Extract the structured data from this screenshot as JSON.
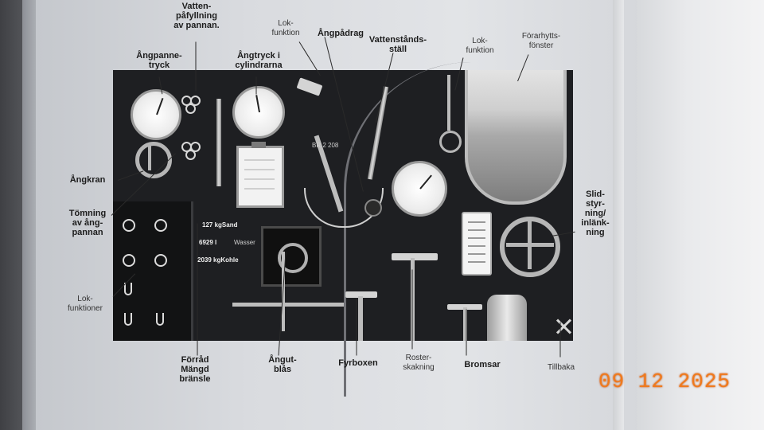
{
  "labels": {
    "angpannetryck": "Ångpanne-\ntryck",
    "vattenpafyllning": "Vatten-\npåfyllning\nav pannan.",
    "angtryck_cyl": "Ångtryck i\ncylindrarna",
    "lokfunktion_top": "Lok-\nfunktion",
    "angpadrag": "Ångpådrag",
    "vattenstandsstall": "Vattenstånds-\nställ",
    "lokfunktion_right": "Lok-\nfunktion",
    "forarhyttsfonster": "Förarhytts-\nfönster",
    "angkran": "Ångkran",
    "tomning": "Tömning\nav ång-\npannan",
    "slidstyrning": "Slid-\nstyr-\nning/\ninlänk-\nning",
    "lokfunktioner": "Lok-\nfunktioner",
    "forrad": "Förråd\nMängd\nbränsle",
    "angutblas": "Ångut-\nblås",
    "fyrboxen": "Fyrboxen",
    "rosterskakning": "Roster-\nskakning",
    "bromsar": "Bromsar",
    "tillbaka": "Tillbaka"
  },
  "panel": {
    "loco_id": "BR 2 208",
    "sand": "127 kgSand",
    "water_value": "6929 l",
    "water_unit": "Wasser",
    "coal": "2039 kgKohle"
  },
  "date_stamp": "09 12 2025",
  "icons": [
    "pressure-gauge-icon",
    "valve-wheel-icon",
    "clipboard-icon",
    "regulator-lever-icon",
    "reverser-wheel-icon",
    "close-x-icon"
  ]
}
